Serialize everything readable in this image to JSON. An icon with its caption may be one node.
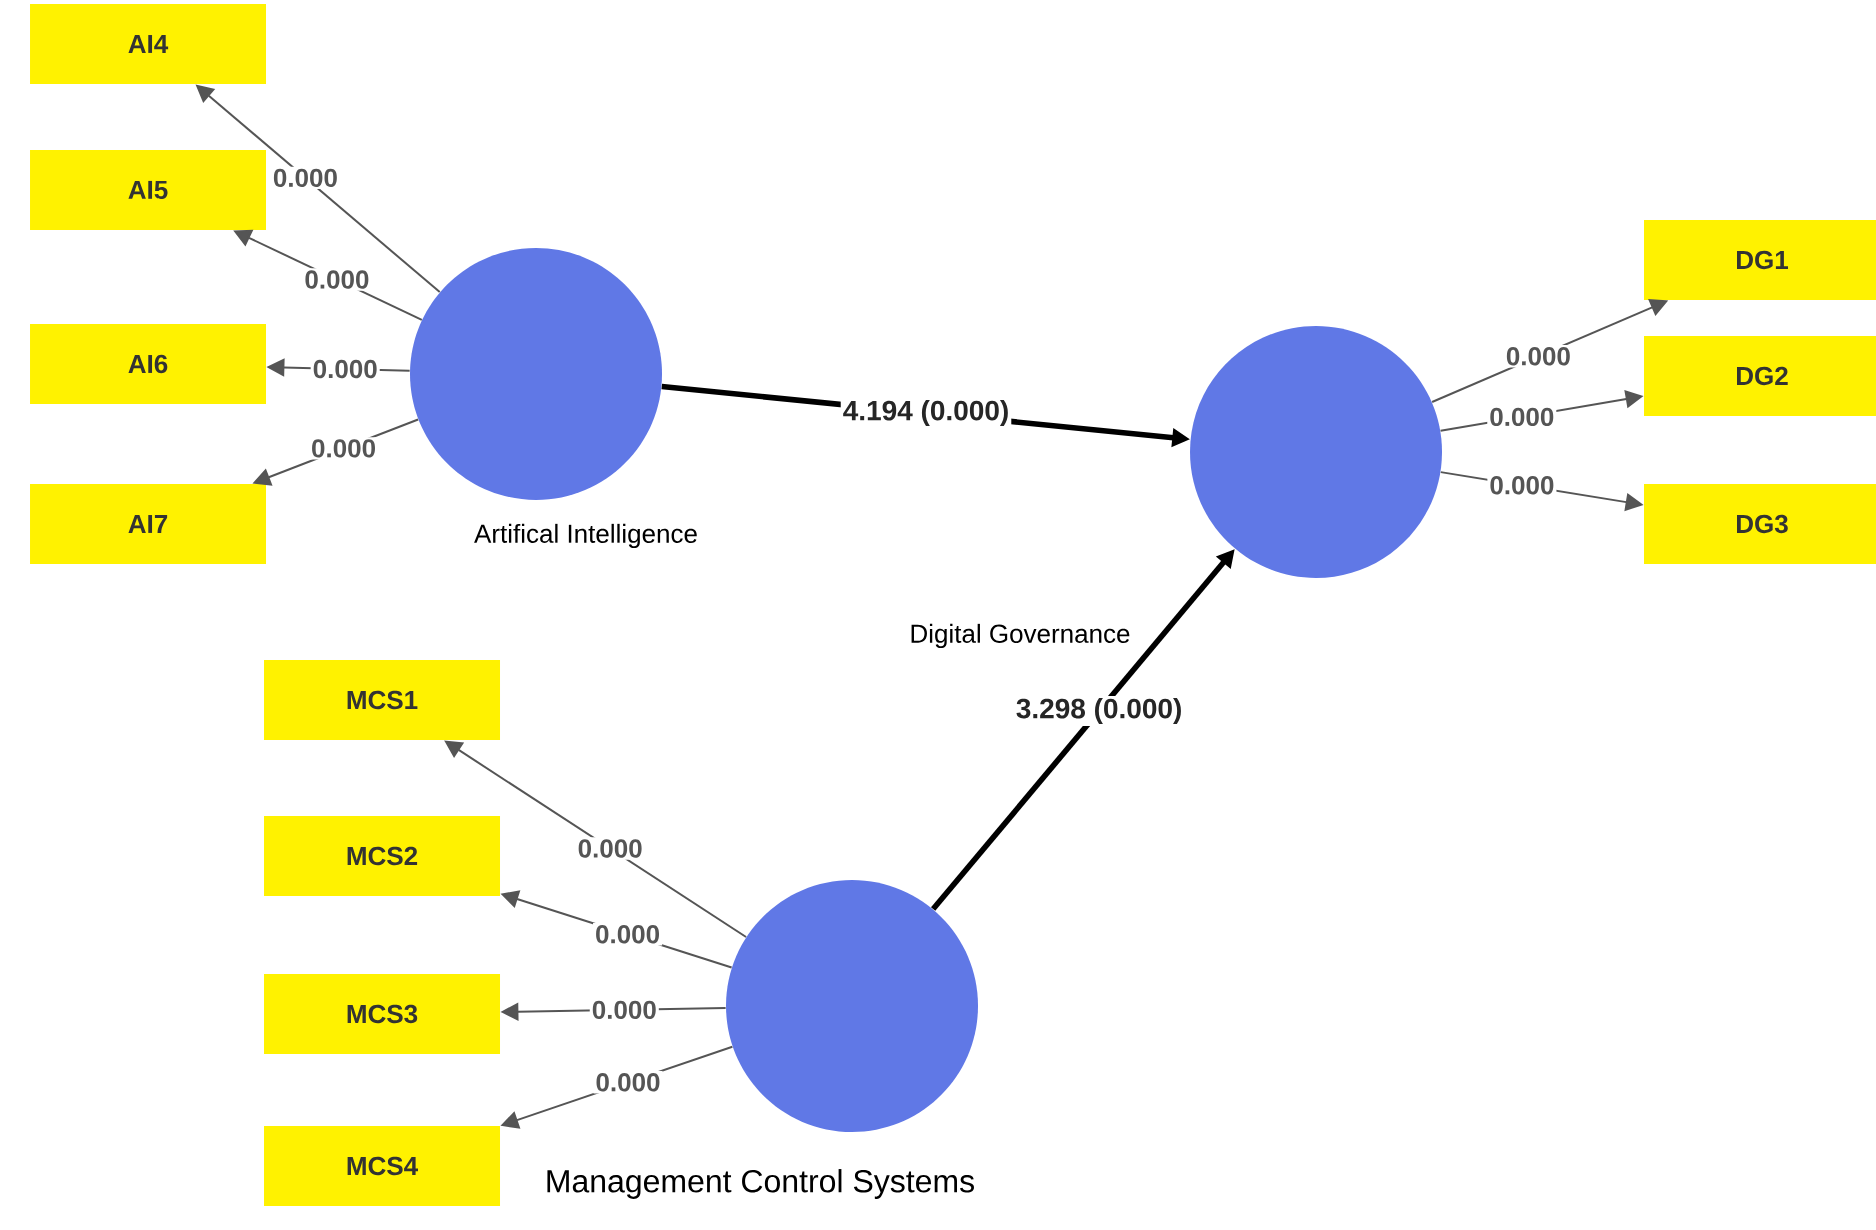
{
  "diagram": {
    "nodes": [
      {
        "text": [
          "AI4"
        ]
      },
      {
        "text": [
          "AI5"
        ]
      },
      {
        "text": [
          "AI6"
        ]
      },
      {
        "text": [
          "AI7"
        ]
      },
      {
        "text": [
          "Artifical Intelligence"
        ]
      },
      {
        "text": [
          "DG1"
        ]
      },
      {
        "text": [
          "DG2"
        ]
      },
      {
        "text": [
          "DG3"
        ]
      },
      {
        "text": [
          "Digital Governance"
        ]
      },
      {
        "text": [
          "MCS1"
        ]
      },
      {
        "text": [
          "MCS2"
        ]
      },
      {
        "text": [
          "MCS3"
        ]
      },
      {
        "text": [
          "MCS4"
        ]
      },
      {
        "text": [
          "Management Control Systems"
        ]
      }
    ],
    "edges": [
      {
        "from": 4,
        "to": 0,
        "arrow": "to",
        "label": "0.000"
      },
      {
        "from": 4,
        "to": 1,
        "arrow": "to",
        "label": "0.000"
      },
      {
        "from": 4,
        "to": 2,
        "arrow": "to",
        "label": "0.000"
      },
      {
        "from": 4,
        "to": 3,
        "arrow": "to",
        "label": "0.000"
      },
      {
        "from": 4,
        "to": 8,
        "arrow": "to",
        "label": "4.194 (0.000)",
        "style": "thick"
      },
      {
        "from": 8,
        "to": 5,
        "arrow": "to",
        "label": "0.000"
      },
      {
        "from": 8,
        "to": 6,
        "arrow": "to",
        "label": "0.000"
      },
      {
        "from": 8,
        "to": 7,
        "arrow": "to",
        "label": "0.000"
      },
      {
        "from": 13,
        "to": 8,
        "arrow": "to",
        "label": "3.298 (0.000)",
        "style": "thick"
      },
      {
        "from": 13,
        "to": 9,
        "arrow": "to",
        "label": "0.000"
      },
      {
        "from": 13,
        "to": 10,
        "arrow": "to",
        "label": "0.000"
      },
      {
        "from": 13,
        "to": 11,
        "arrow": "to",
        "label": "0.000"
      },
      {
        "from": 13,
        "to": 12,
        "arrow": "to",
        "label": "0.000"
      }
    ]
  }
}
